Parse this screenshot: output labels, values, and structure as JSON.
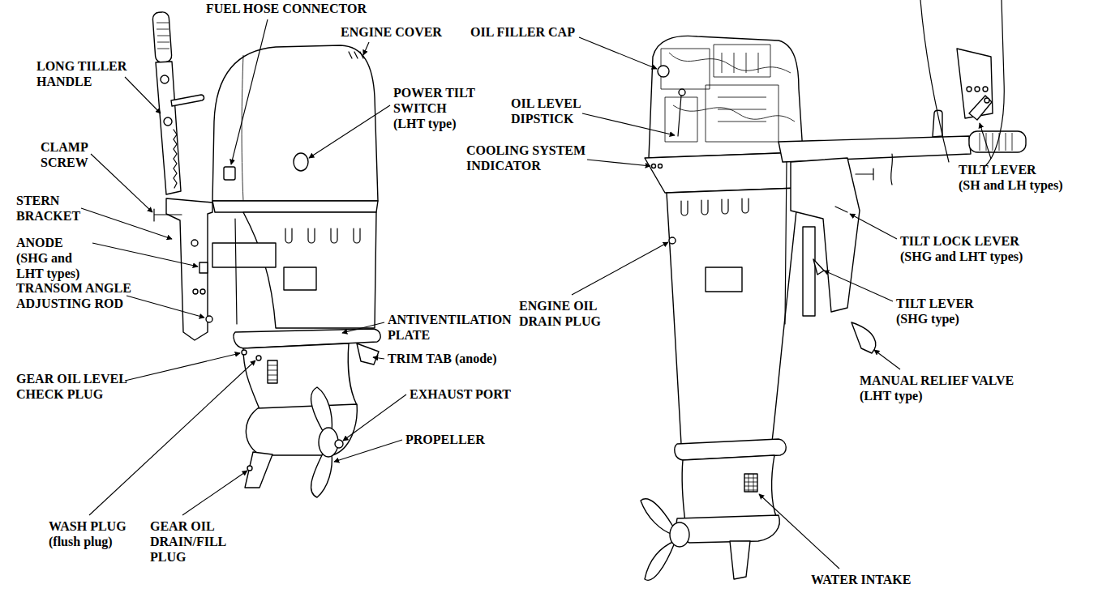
{
  "diagram": {
    "labels": [
      "FUEL HOSE CONNECTOR",
      "ENGINE COVER",
      "LONG TILLER HANDLE",
      "POWER TILT SWITCH (LHT type)",
      "CLAMP SCREW",
      "STERN BRACKET",
      "ANODE (SHG and LHT types)",
      "TRANSOM ANGLE ADJUSTING ROD",
      "ANTIVENTILATION PLATE",
      "TRIM TAB (anode)",
      "GEAR OIL LEVEL CHECK PLUG",
      "EXHAUST PORT",
      "WASH PLUG (flush plug)",
      "GEAR OIL DRAIN/FILL PLUG",
      "PROPELLER",
      "OIL FILLER CAP",
      "OIL LEVEL DIPSTICK",
      "COOLING SYSTEM INDICATOR",
      "TILT LEVER (SH and LH types)",
      "TILT LOCK LEVER (SHG and LHT types)",
      "ENGINE OIL DRAIN PLUG",
      "TILT LEVER (SHG type)",
      "MANUAL RELIEF VALVE (LHT type)",
      "WATER INTAKE"
    ]
  }
}
